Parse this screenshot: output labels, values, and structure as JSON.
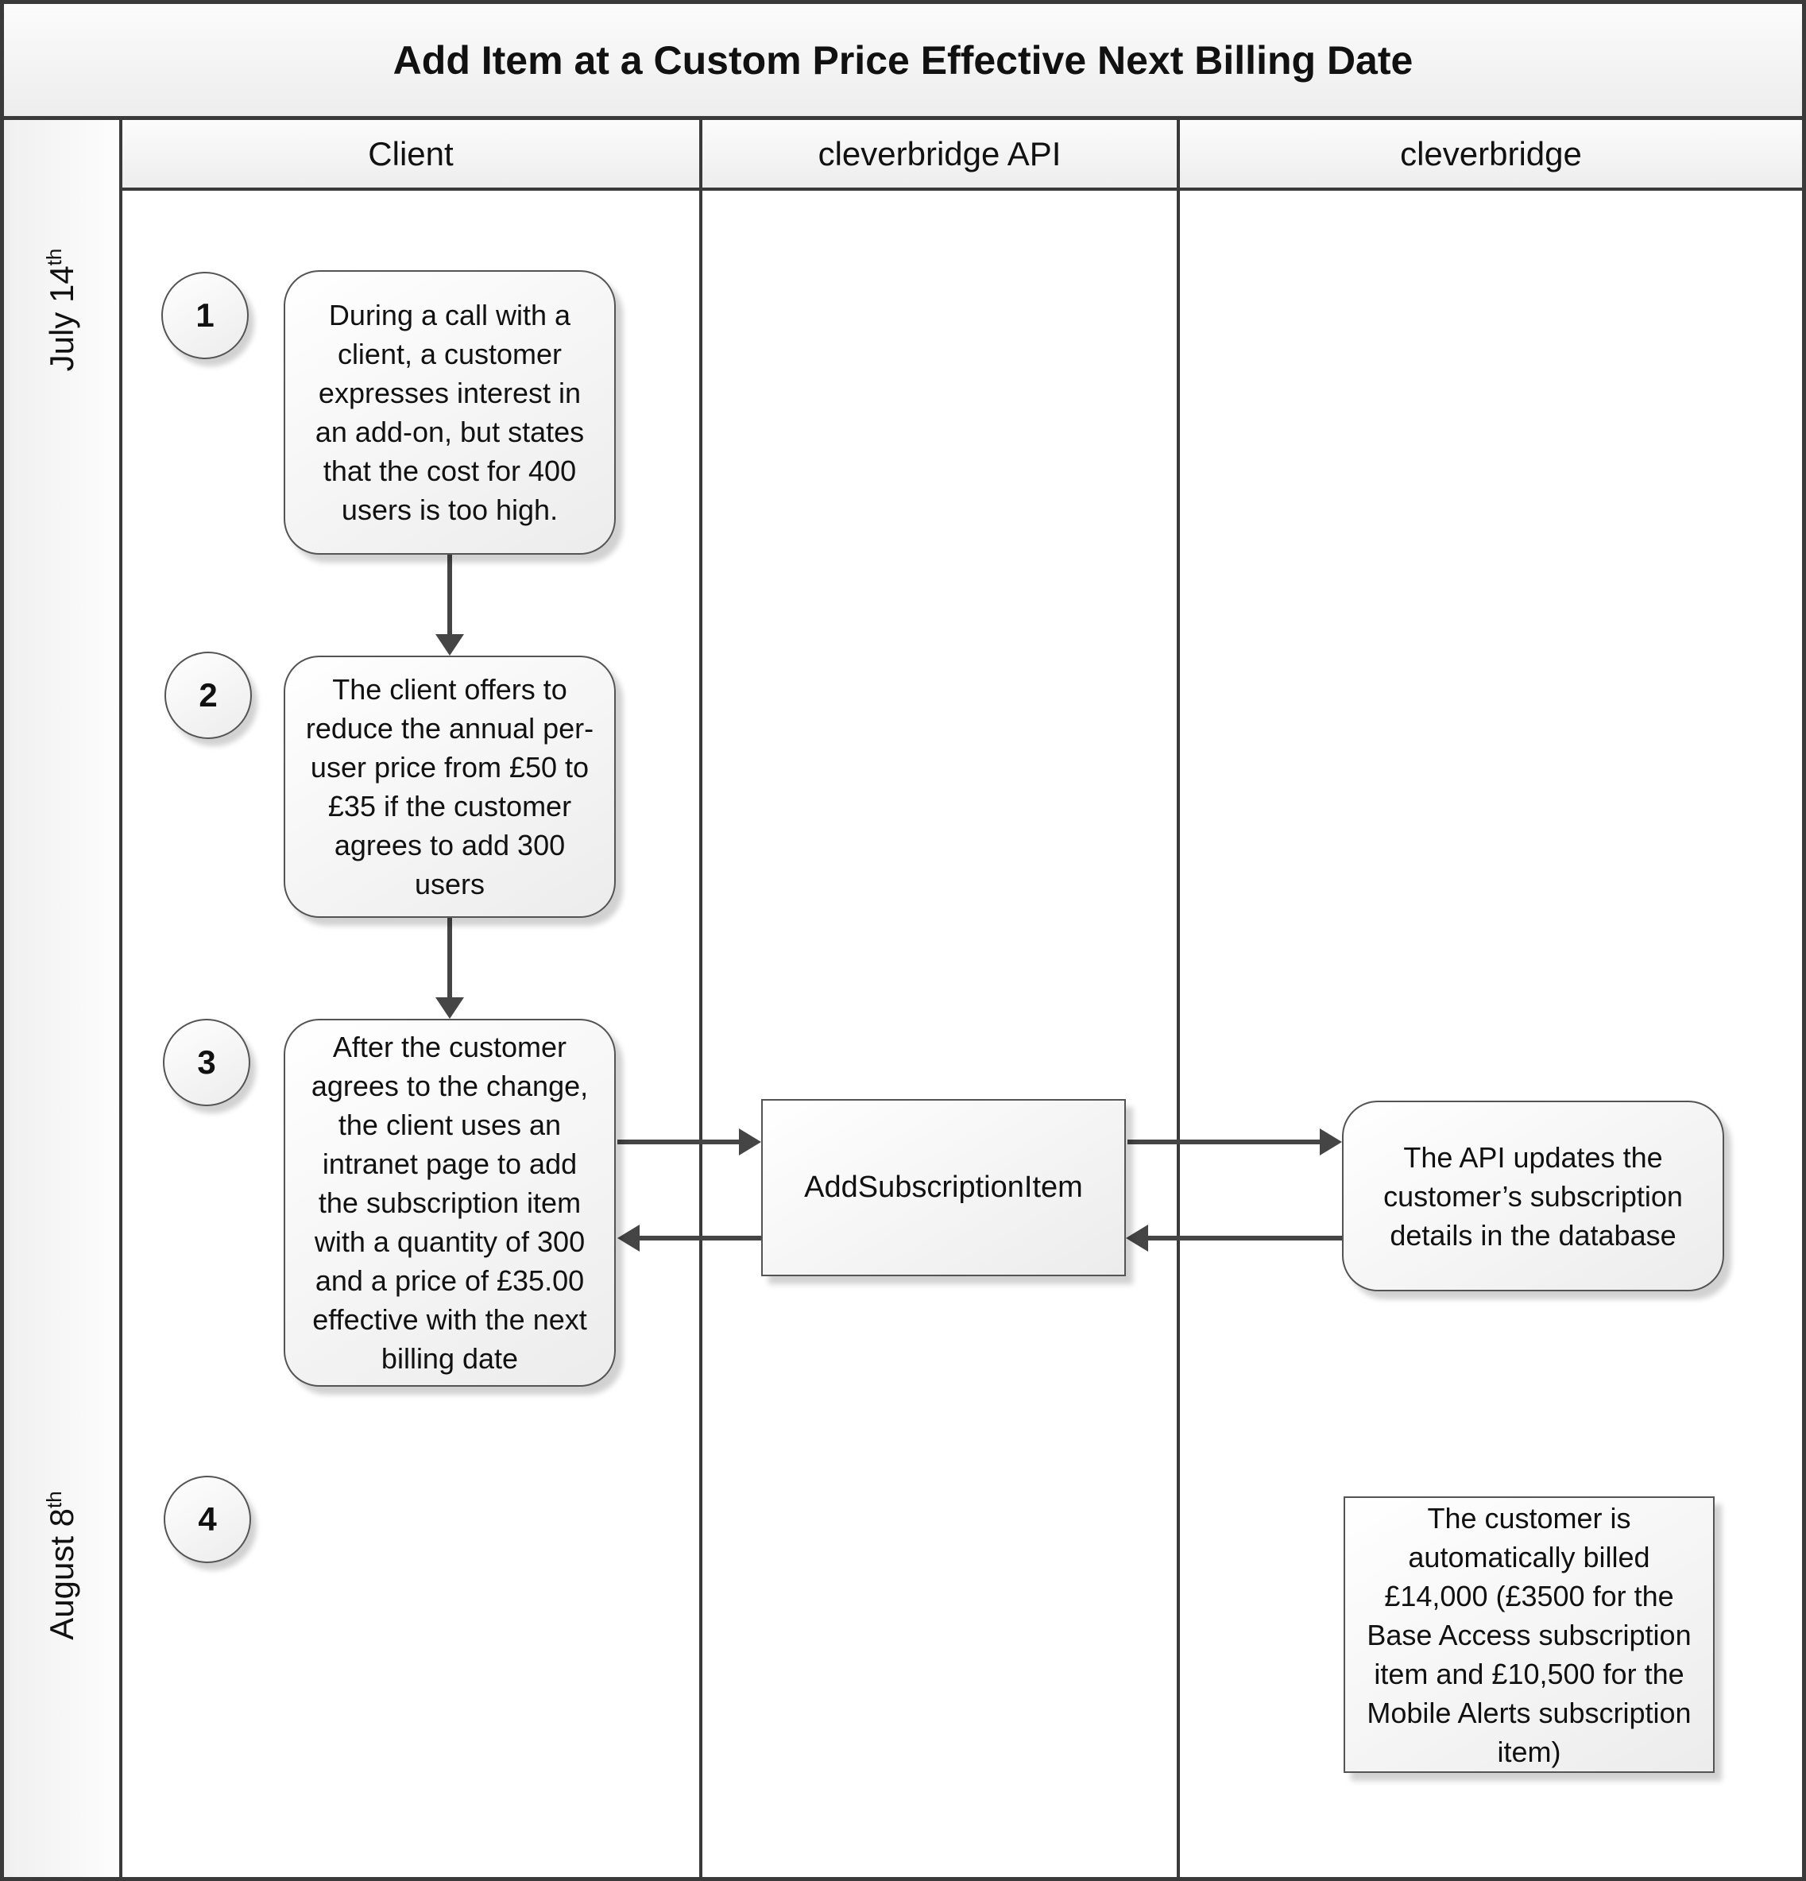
{
  "title": "Add Item at a Custom Price Effective Next Billing Date",
  "lanes": {
    "client": "Client",
    "api": "cleverbridge API",
    "cleverbridge": "cleverbridge"
  },
  "timeline": {
    "row1": {
      "date": "July 14",
      "suffix": "th"
    },
    "row2": {
      "date": "August 8",
      "suffix": "th"
    }
  },
  "steps": {
    "s1": {
      "number": "1",
      "text": "During a call with a\nclient, a customer\nexpresses interest in\nan add-on, but states\nthat the cost for 400\nusers is too high."
    },
    "s2": {
      "number": "2",
      "text": "The client offers to\nreduce the annual per-\nuser price from £50 to\n£35 if the customer\nagrees to add 300\nusers"
    },
    "s3": {
      "number": "3",
      "text": "After the customer\nagrees to the change,\nthe client uses an\nintranet page to add\nthe subscription item\nwith a quantity of 300\nand a price of £35.00\neffective with the next\nbilling date"
    },
    "s4": {
      "number": "4"
    }
  },
  "api_call": {
    "label": "AddSubscriptionItem"
  },
  "db_update": {
    "text": "The API updates the\ncustomer’s subscription\ndetails in the database"
  },
  "billing": {
    "text": "The customer is\nautomatically billed\n£14,000 (£3500 for the\nBase Access subscription\nitem and £10,500 for the\nMobile Alerts subscription\nitem)"
  },
  "colors": {
    "grid_border": "#3a3a3a",
    "node_border": "#545454",
    "arrow": "#454545",
    "text": "#111111"
  }
}
